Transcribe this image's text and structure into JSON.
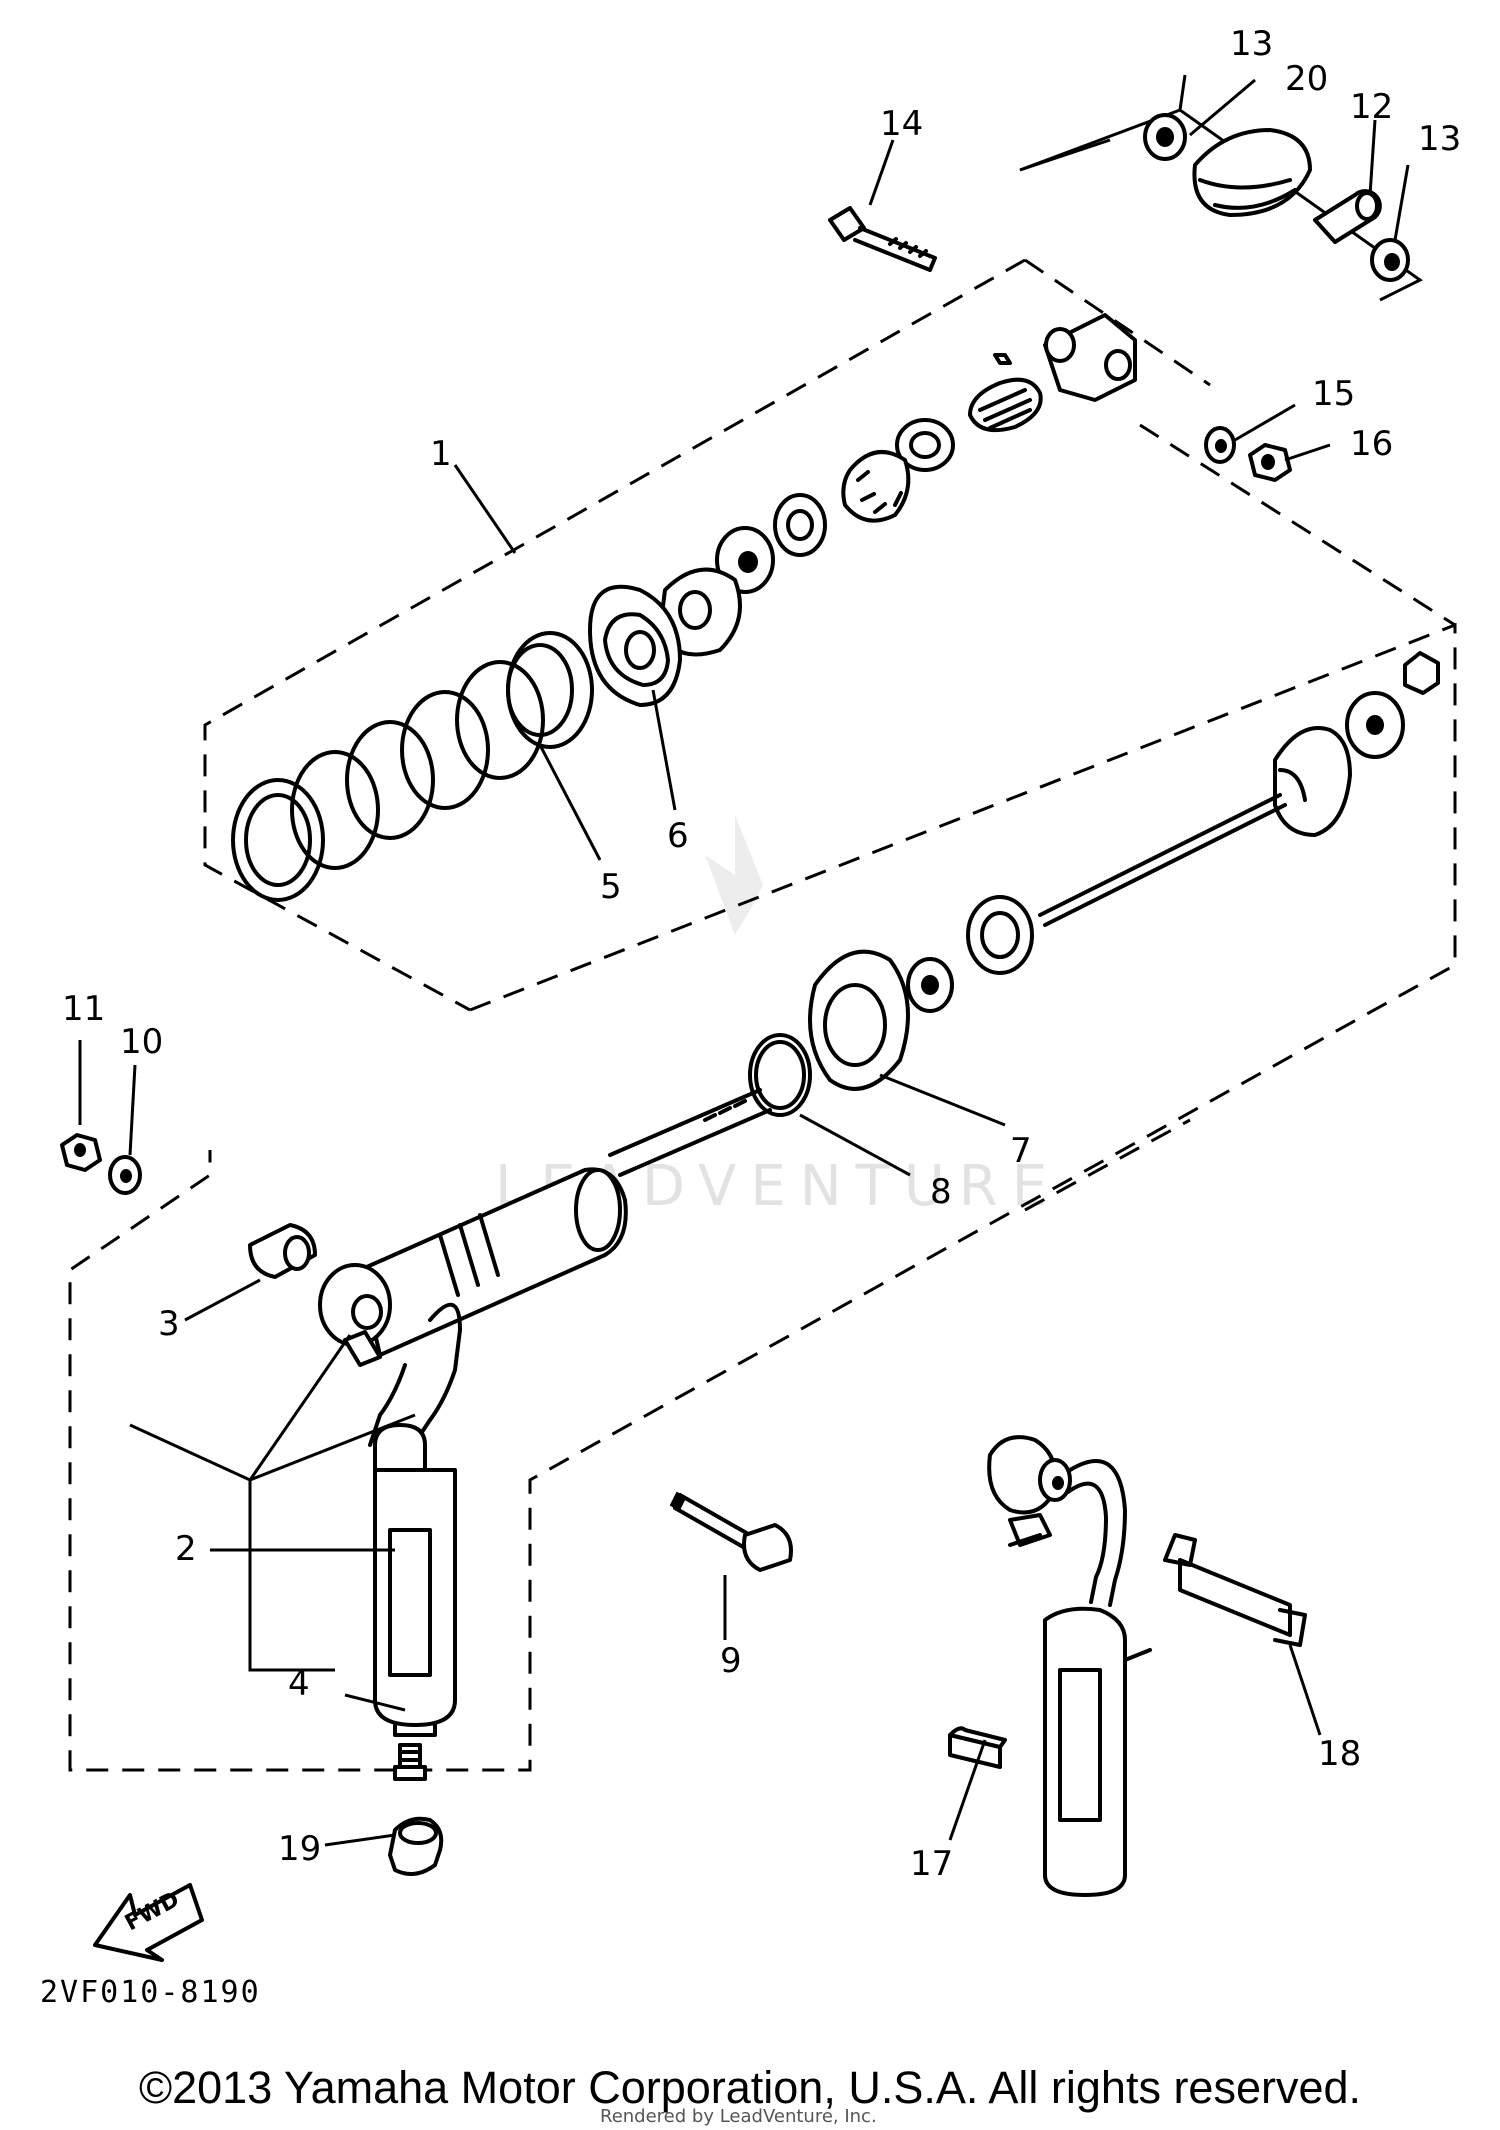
{
  "diagram": {
    "code": "2VF010-8190",
    "fwd_label": "FWD",
    "watermark": "LEADVENTURE",
    "callouts": [
      "1",
      "2",
      "3",
      "4",
      "5",
      "6",
      "7",
      "8",
      "9",
      "10",
      "11",
      "12",
      "13",
      "13",
      "14",
      "15",
      "16",
      "17",
      "18",
      "19",
      "20"
    ]
  },
  "footer": {
    "copyright": "©2013 Yamaha Motor Corporation, U.S.A. All rights reserved.",
    "rendered_by": "Rendered by LeadVenture, Inc."
  }
}
